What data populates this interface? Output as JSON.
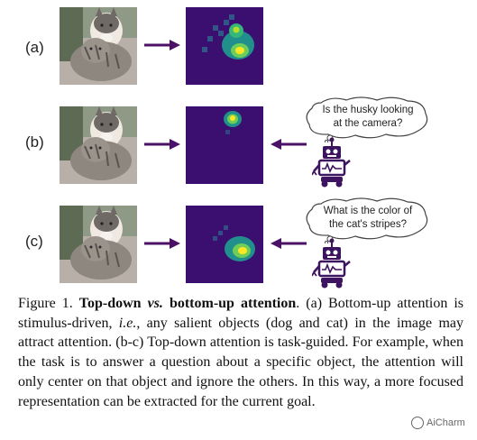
{
  "rows": [
    {
      "label": "(a)",
      "has_robot": false
    },
    {
      "label": "(b)",
      "has_robot": true,
      "question": [
        "Is the husky looking",
        "at the camera?"
      ]
    },
    {
      "label": "(c)",
      "has_robot": true,
      "question": [
        "What is the color of",
        "the cat's stripes?"
      ]
    }
  ],
  "caption": {
    "figure_label": "Figure 1.",
    "title_part1": "Top-down",
    "title_vs": "vs.",
    "title_part2": "bottom-up attention",
    "text_a": ". (a) Bottom-up attention is stimulus-driven,",
    "ie": "i.e.",
    "text_b": ", any salient objects (dog and cat) in the image may attract attention. (b-c) Top-down attention is task-guided. For example, when the task is to answer a question about a specific object, the attention will only center on that object and ignore the others. In this way, a more focused representation can be extracted for the current goal."
  },
  "watermark": "AiCharm",
  "colors": {
    "arrow": "#4a1166",
    "robot": "#3d1460",
    "heatmap_bg": "#3b0f70",
    "heatmap_mid": "#21908d",
    "heatmap_hot": "#fde725"
  }
}
